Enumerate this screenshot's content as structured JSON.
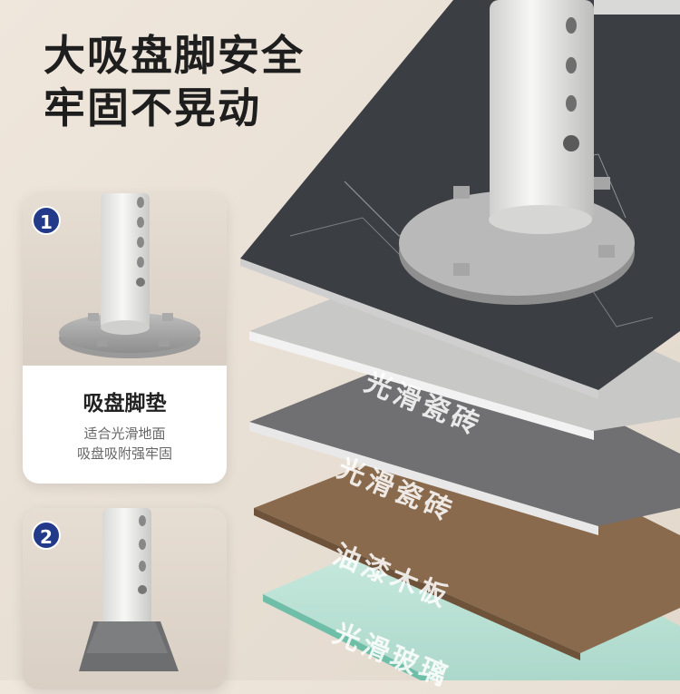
{
  "headline": {
    "line1": "大吸盘脚安全",
    "line2": "牢固不晃动"
  },
  "cards": [
    {
      "number": "1",
      "title": "吸盘脚垫",
      "desc_line1": "适合光滑地面",
      "desc_line2": "吸盘吸附强牢固"
    },
    {
      "number": "2"
    }
  ],
  "layers": [
    {
      "label": "光滑瓷砖",
      "color": "#c9c9c7"
    },
    {
      "label": "光滑瓷砖",
      "color": "#6f6f70"
    },
    {
      "label": "油漆木板",
      "color": "#8a6a4d"
    },
    {
      "label": "光滑玻璃",
      "color": "#bfe3d8"
    }
  ],
  "colors": {
    "badge": "#233a8a",
    "marble": "#3b3e43"
  }
}
